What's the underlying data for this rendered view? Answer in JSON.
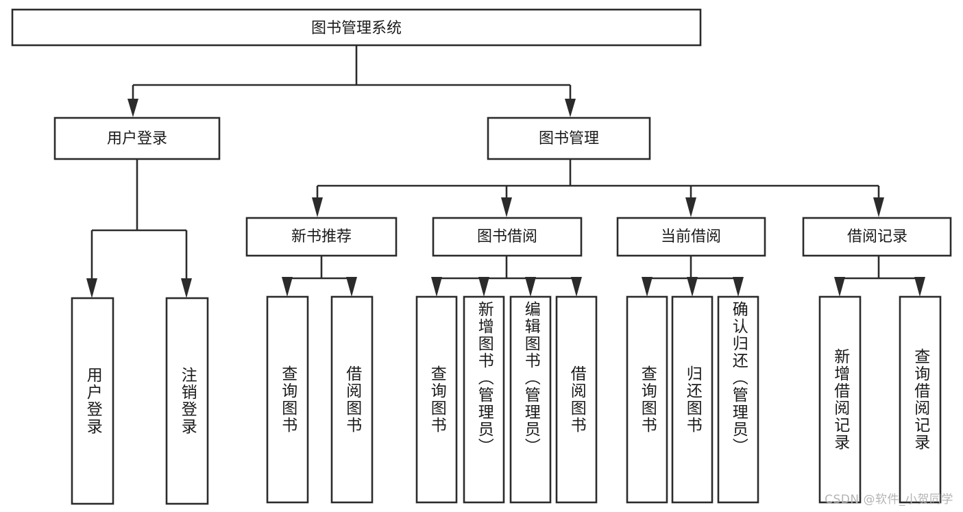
{
  "diagram": {
    "title": "图书管理系统",
    "type": "tree-hierarchy",
    "watermark": "CSDN @软件_小贺同学",
    "colors": {
      "box_stroke": "#2b2b2b",
      "box_fill": "#ffffff",
      "text": "#1a1a1a",
      "background": "#ffffff",
      "watermark": "#b4b4b4"
    },
    "root": {
      "label": "图书管理系统"
    },
    "level2": [
      {
        "label": "用户登录"
      },
      {
        "label": "图书管理"
      }
    ],
    "level3": [
      {
        "label": "新书推荐"
      },
      {
        "label": "图书借阅"
      },
      {
        "label": "当前借阅"
      },
      {
        "label": "借阅记录"
      }
    ],
    "leaves": {
      "user_login": [
        {
          "label": "用户登录"
        },
        {
          "label": "注销登录"
        }
      ],
      "new_book": [
        {
          "label": "查询图书"
        },
        {
          "label": "借阅图书"
        }
      ],
      "book_borrow": [
        {
          "label": "查询图书"
        },
        {
          "label": "新增图书（管理员）"
        },
        {
          "label": "编辑图书（管理员）"
        },
        {
          "label": "借阅图书"
        }
      ],
      "current_borrow": [
        {
          "label": "查询图书"
        },
        {
          "label": "归还图书"
        },
        {
          "label": "确认归还（管理员）"
        }
      ],
      "borrow_record": [
        {
          "label": "新增借阅记录"
        },
        {
          "label": "查询借阅记录"
        }
      ]
    }
  }
}
